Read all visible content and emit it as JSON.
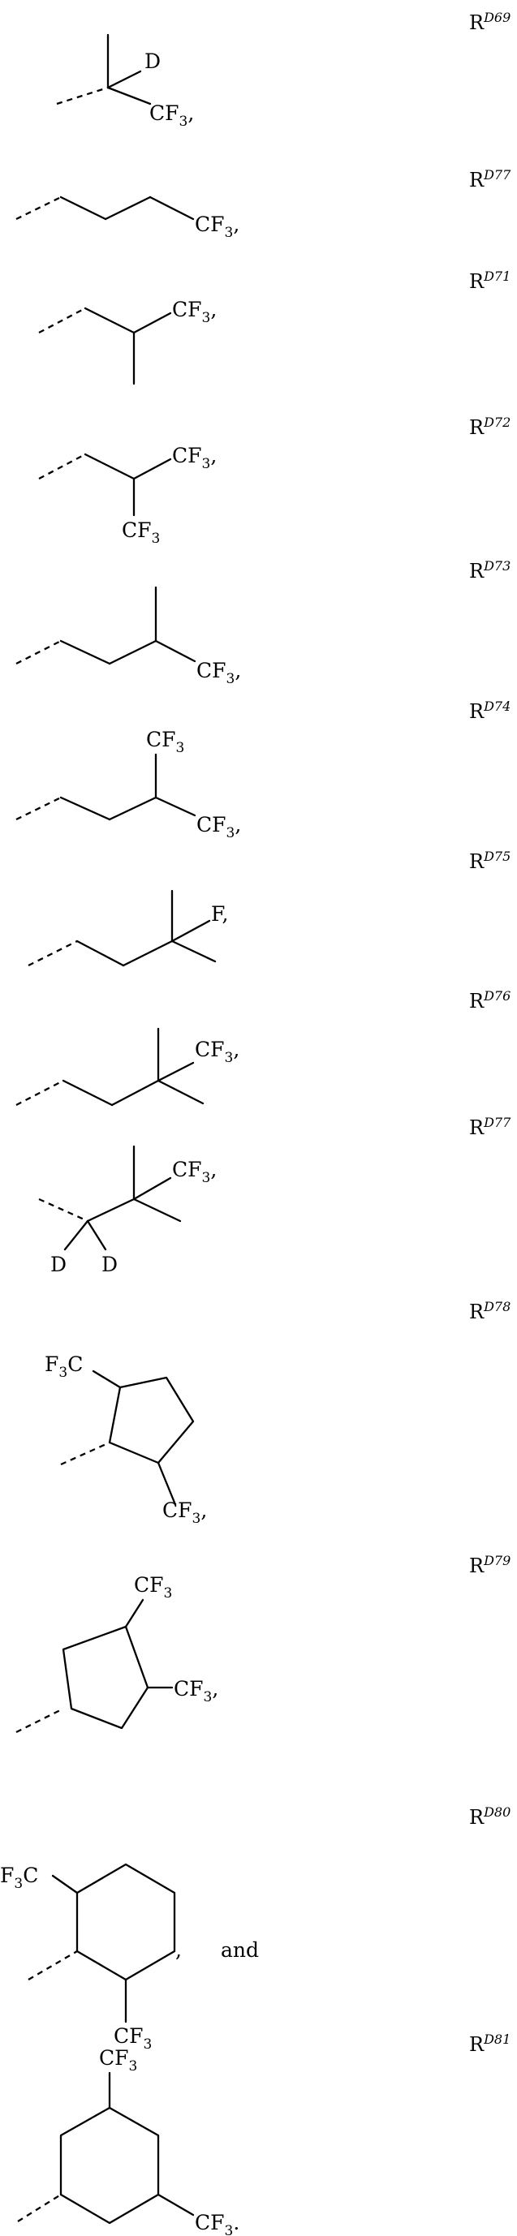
{
  "structures": [
    {
      "id": "RD69",
      "label_main": "R",
      "label_sup": "D69"
    },
    {
      "id": "RD77a",
      "label_main": "R",
      "label_sup": "D77"
    },
    {
      "id": "RD71",
      "label_main": "R",
      "label_sup": "D71"
    },
    {
      "id": "RD72",
      "label_main": "R",
      "label_sup": "D72"
    },
    {
      "id": "RD73",
      "label_main": "R",
      "label_sup": "D73"
    },
    {
      "id": "RD74",
      "label_main": "R",
      "label_sup": "D74"
    },
    {
      "id": "RD75",
      "label_main": "R",
      "label_sup": "D75"
    },
    {
      "id": "RD76",
      "label_main": "R",
      "label_sup": "D76"
    },
    {
      "id": "RD77b",
      "label_main": "R",
      "label_sup": "D77"
    },
    {
      "id": "RD78",
      "label_main": "R",
      "label_sup": "D78"
    },
    {
      "id": "RD79",
      "label_main": "R",
      "label_sup": "D79"
    },
    {
      "id": "RD80",
      "label_main": "R",
      "label_sup": "D80"
    },
    {
      "id": "RD81",
      "label_main": "R",
      "label_sup": "D81"
    }
  ],
  "atoms": {
    "cf3": "CF",
    "cf3_sub": "3",
    "f3c_pre": "F",
    "f3c_sub": "3",
    "f3c_post": "C",
    "deuterium": "D",
    "fluorine": "F",
    "comma": ",",
    "period": "."
  },
  "conjunction": "and"
}
